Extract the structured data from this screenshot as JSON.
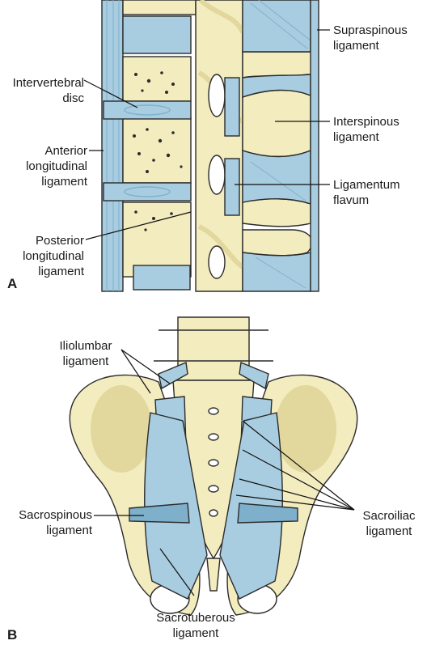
{
  "panels": {
    "a": {
      "letter": "A",
      "labels": {
        "intervertebral_disc": [
          "Intervertebral",
          "disc"
        ],
        "anterior_longitudinal": [
          "Anterior",
          "longitudinal",
          "ligament"
        ],
        "posterior_longitudinal": [
          "Posterior",
          "longitudinal",
          "ligament"
        ],
        "supraspinous": [
          "Supraspinous",
          "ligament"
        ],
        "interspinous": [
          "Interspinous",
          "ligament"
        ],
        "ligamentum_flavum": [
          "Ligamentum",
          "flavum"
        ]
      }
    },
    "b": {
      "letter": "B",
      "labels": {
        "iliolumbar": [
          "Iliolumbar",
          "ligament"
        ],
        "sacrospinous": [
          "Sacrospinous",
          "ligament"
        ],
        "sacrotuberous": [
          "Sacrotuberous",
          "ligament"
        ],
        "sacroiliac": [
          "Sacroiliac",
          "ligament"
        ]
      }
    }
  },
  "colors": {
    "bone": "#f3ecbf",
    "bone_shadow": "#e2d79d",
    "ligament": "#a9cde0",
    "ligament_dark": "#7fb0cb",
    "outline": "#2b2b2b",
    "leader": "#111111"
  }
}
